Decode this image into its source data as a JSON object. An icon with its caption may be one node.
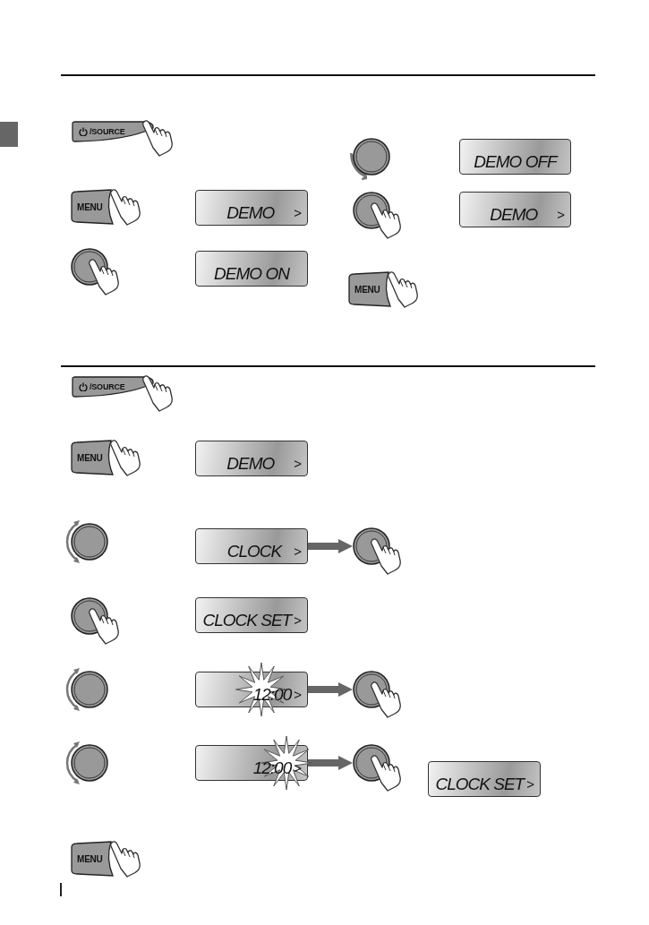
{
  "diagram": {
    "nodes": [
      {
        "text": [
          "/SOURCE"
        ]
      },
      {
        "text": [
          "MENU"
        ]
      },
      {
        "text": [
          "DEMO",
          ">"
        ]
      },
      {
        "text": [],
        "shape": "circle"
      },
      {
        "text": [
          "DEMO ON"
        ]
      },
      {
        "text": [],
        "shape": "circle"
      },
      {
        "text": [
          "DEMO OFF"
        ]
      },
      {
        "text": [],
        "shape": "circle"
      },
      {
        "text": [
          "DEMO",
          ">"
        ]
      },
      {
        "text": [
          "MENU"
        ]
      },
      {
        "text": [
          "/SOURCE"
        ]
      },
      {
        "text": [
          "MENU"
        ]
      },
      {
        "text": [
          "DEMO",
          ">"
        ]
      },
      {
        "text": [],
        "shape": "circle"
      },
      {
        "text": [
          "CLOCK",
          ">"
        ]
      },
      {
        "text": [],
        "shape": "circle"
      },
      {
        "text": [],
        "shape": "circle"
      },
      {
        "text": [
          "CLOCK SET",
          ">"
        ]
      },
      {
        "text": [],
        "shape": "circle"
      },
      {
        "text": [
          "12:00",
          ">"
        ]
      },
      {
        "text": [],
        "shape": "circle"
      },
      {
        "text": [],
        "shape": "circle"
      },
      {
        "text": [
          "12:00",
          ">"
        ]
      },
      {
        "text": [],
        "shape": "circle"
      },
      {
        "text": [
          "CLOCK SET",
          ">"
        ]
      },
      {
        "text": [
          "MENU"
        ]
      }
    ],
    "edges": [
      {
        "from": 14,
        "to": 15,
        "arrow": "to"
      },
      {
        "from": 19,
        "to": 20,
        "arrow": "to"
      },
      {
        "from": 22,
        "to": 23,
        "arrow": "to"
      }
    ]
  }
}
